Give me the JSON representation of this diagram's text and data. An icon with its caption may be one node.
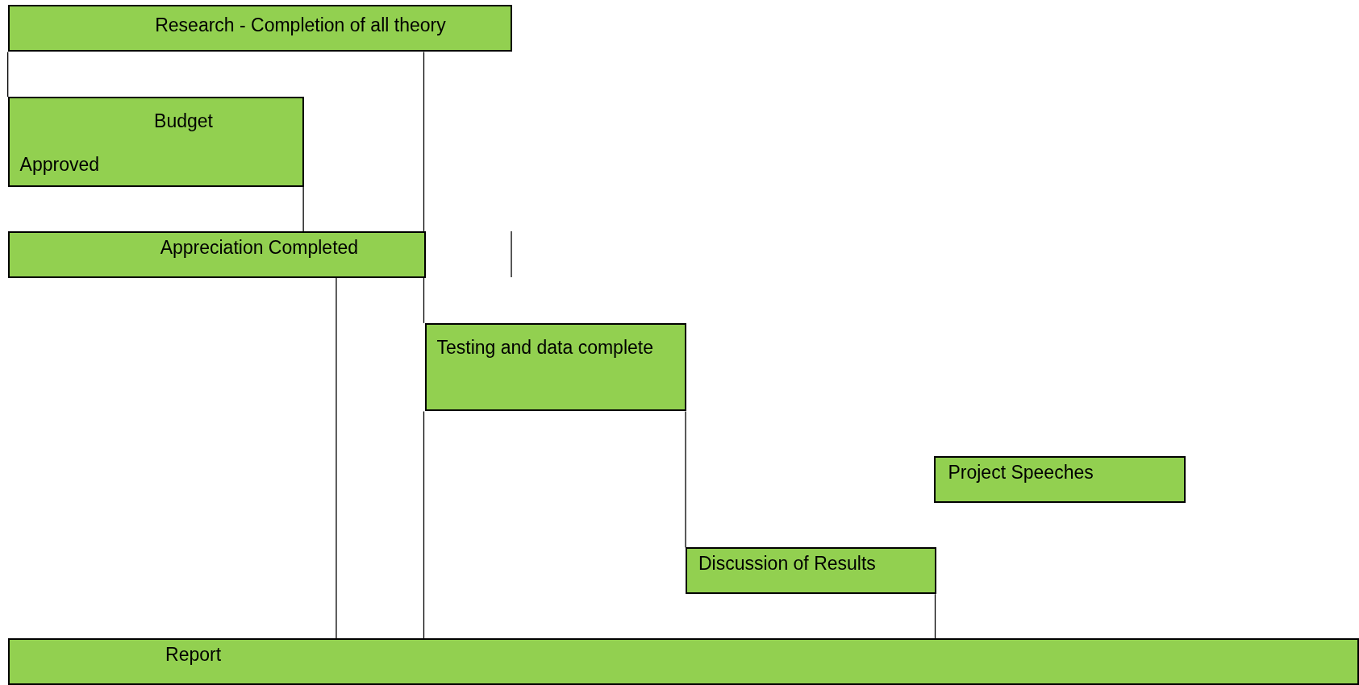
{
  "diagram": {
    "nodes": [
      {
        "text": [
          "Research - Completion of all theory"
        ]
      },
      {
        "text": [
          "Budget Approved"
        ]
      },
      {
        "text": [
          "Appreciation Completed"
        ]
      },
      {
        "text": [
          "Testing and data complete"
        ]
      },
      {
        "text": [
          "Project Speeches"
        ]
      },
      {
        "text": [
          "Discussion of Results"
        ]
      },
      {
        "text": [
          "Report"
        ]
      }
    ],
    "edges": [
      {
        "from": 0,
        "to": 1,
        "arrow": "none"
      },
      {
        "from": 0,
        "to": 2,
        "arrow": "none"
      },
      {
        "from": 1,
        "to": 2,
        "arrow": "none"
      },
      {
        "from": 2,
        "to": 3,
        "arrow": "none"
      },
      {
        "from": 2,
        "to": 6,
        "arrow": "none"
      },
      {
        "from": 3,
        "to": 6,
        "arrow": "none"
      },
      {
        "from": 3,
        "to": 5,
        "arrow": "none"
      },
      {
        "from": 5,
        "to": 6,
        "arrow": "none"
      }
    ]
  }
}
